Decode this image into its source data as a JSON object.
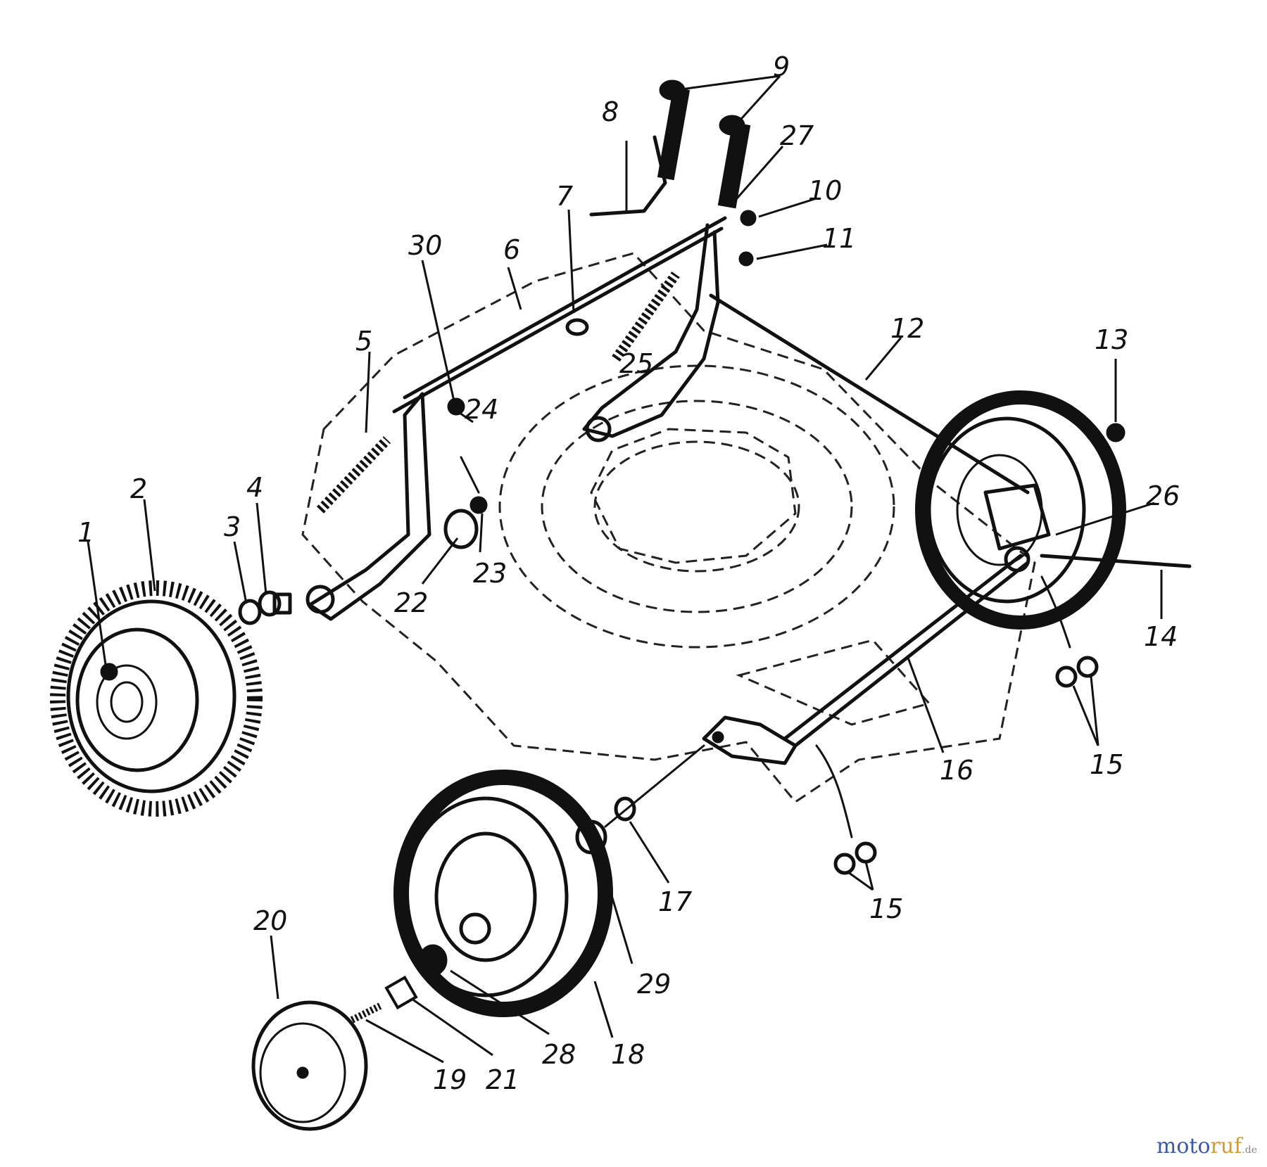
{
  "diagram": {
    "callouts": [
      {
        "id": "c1",
        "label": "1"
      },
      {
        "id": "c2",
        "label": "2"
      },
      {
        "id": "c3",
        "label": "3"
      },
      {
        "id": "c4",
        "label": "4"
      },
      {
        "id": "c5",
        "label": "5"
      },
      {
        "id": "c6",
        "label": "6"
      },
      {
        "id": "c7",
        "label": "7"
      },
      {
        "id": "c8",
        "label": "8"
      },
      {
        "id": "c9",
        "label": "9"
      },
      {
        "id": "c10",
        "label": "10"
      },
      {
        "id": "c11",
        "label": "11"
      },
      {
        "id": "c12",
        "label": "12"
      },
      {
        "id": "c13",
        "label": "13"
      },
      {
        "id": "c14",
        "label": "14"
      },
      {
        "id": "c15a",
        "label": "15"
      },
      {
        "id": "c15b",
        "label": "15"
      },
      {
        "id": "c16",
        "label": "16"
      },
      {
        "id": "c17",
        "label": "17"
      },
      {
        "id": "c18",
        "label": "18"
      },
      {
        "id": "c19",
        "label": "19"
      },
      {
        "id": "c20",
        "label": "20"
      },
      {
        "id": "c21",
        "label": "21"
      },
      {
        "id": "c22",
        "label": "22"
      },
      {
        "id": "c23",
        "label": "23"
      },
      {
        "id": "c24",
        "label": "24"
      },
      {
        "id": "c25",
        "label": "25"
      },
      {
        "id": "c26",
        "label": "26"
      },
      {
        "id": "c27",
        "label": "27"
      },
      {
        "id": "c28",
        "label": "28"
      },
      {
        "id": "c29",
        "label": "29"
      },
      {
        "id": "c30",
        "label": "30"
      }
    ]
  },
  "watermark": {
    "part1": "moto",
    "part2": "ruf",
    "part3": ".de"
  },
  "colors": {
    "ink": "#111111",
    "watermark_blue": "#3a5aa8",
    "watermark_orange": "#d89a2a"
  }
}
